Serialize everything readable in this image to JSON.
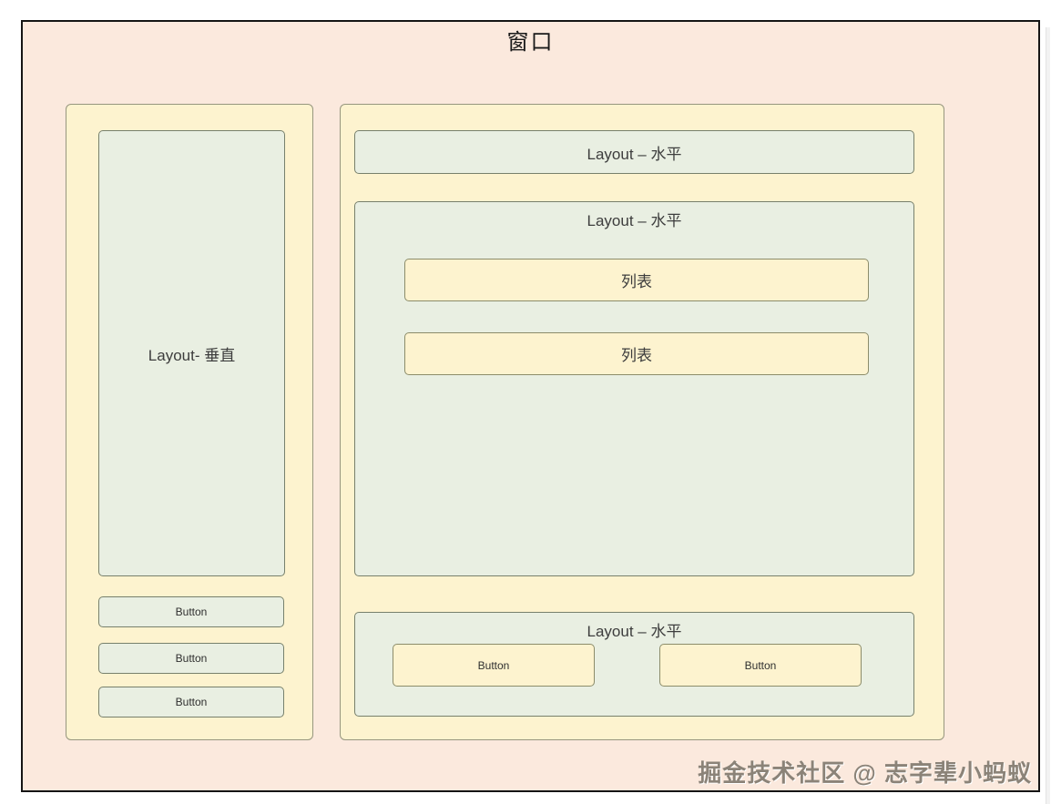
{
  "window": {
    "title": "窗口"
  },
  "left_panel": {
    "layout_label": "Layout- 垂直",
    "buttons": [
      "Button",
      "Button",
      "Button"
    ]
  },
  "right_panel": {
    "top_bar_label": "Layout – 水平",
    "middle_box": {
      "label": "Layout – 水平",
      "lists": [
        "列表",
        "列表"
      ]
    },
    "bottom_box": {
      "label": "Layout – 水平",
      "buttons": [
        "Button",
        "Button"
      ]
    }
  },
  "watermark": "掘金技术社区 @ 志字辈小蚂蚁",
  "colors": {
    "canvas_pink": "#fbe9dd",
    "panel_yellow": "#fdf3cf",
    "box_green": "#e9efe2",
    "frame_border": "#151515",
    "panel_border": "#96967e",
    "green_border": "#77806c",
    "yellow_border": "#8c8c6a",
    "label_color": "#3d3d3d",
    "watermark_color": "#8b8378"
  }
}
